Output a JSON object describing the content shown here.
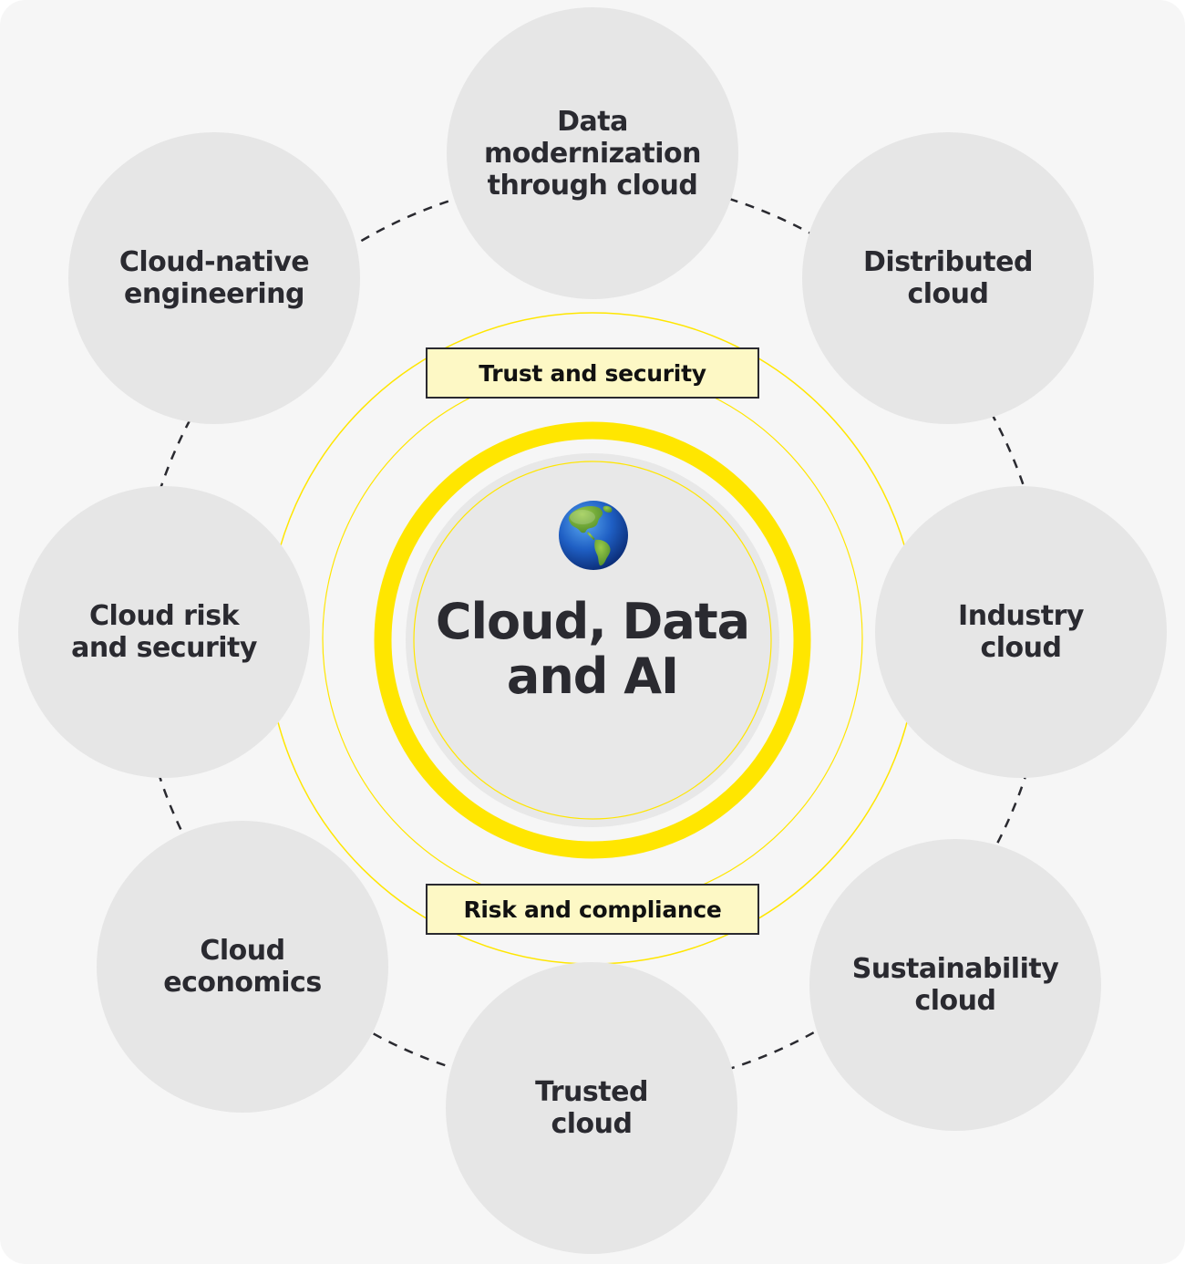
{
  "center": {
    "title": "Cloud, Data\nand AI",
    "icon": "globe-americas-icon"
  },
  "tags": {
    "trust": "Trust and security",
    "risk": "Risk and compliance"
  },
  "nodes": {
    "data_modernization": "Data\nmodernization\nthrough cloud",
    "distributed_cloud": "Distributed\ncloud",
    "industry_cloud": "Industry\ncloud",
    "sustainability_cloud": "Sustainability\ncloud",
    "trusted_cloud": "Trusted\ncloud",
    "cloud_economics": "Cloud\neconomics",
    "cloud_risk": "Cloud risk\nand security",
    "cloud_native": "Cloud-native\nengineering"
  },
  "colors": {
    "accent_yellow": "#ffe600",
    "node_fill": "#e6e6e6",
    "background": "#f6f6f6",
    "text": "#2a2a30",
    "tag_fill": "#fdf8c5"
  }
}
